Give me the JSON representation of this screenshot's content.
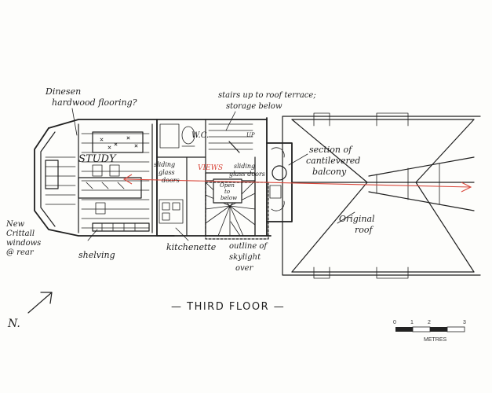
{
  "labels": {
    "flooring": [
      "Dinesen",
      "hardwood flooring?"
    ],
    "stairs_note": [
      "stairs up to roof terrace;",
      "storage below"
    ],
    "wc": "W.C.",
    "up": "UP",
    "study": "STUDY",
    "sliding_glass_doors_left": [
      "sliding",
      "glass",
      "doors"
    ],
    "views": "VIEWS",
    "sliding_glass_doors_right": [
      "sliding",
      "glass doors"
    ],
    "open_to_below": [
      "Open",
      "to",
      "below"
    ],
    "balcony_note": [
      "section of",
      "cantilevered",
      "balcony"
    ],
    "windows_note": [
      "New",
      "Crittall",
      "windows",
      "@ rear"
    ],
    "shelving": "shelving",
    "kitchenette": "kitchenette",
    "skylight_note": [
      "outline of",
      "skylight",
      "over"
    ],
    "original_roof": [
      "Original",
      "roof"
    ],
    "floor_title": "— THIRD FLOOR —",
    "north": "N."
  },
  "scale_bar": {
    "ticks": [
      "0",
      "1",
      "2",
      "3"
    ],
    "unit": "METRES"
  },
  "colors": {
    "ink": "#1f1f1f",
    "views_arrow": "#d9473b"
  }
}
